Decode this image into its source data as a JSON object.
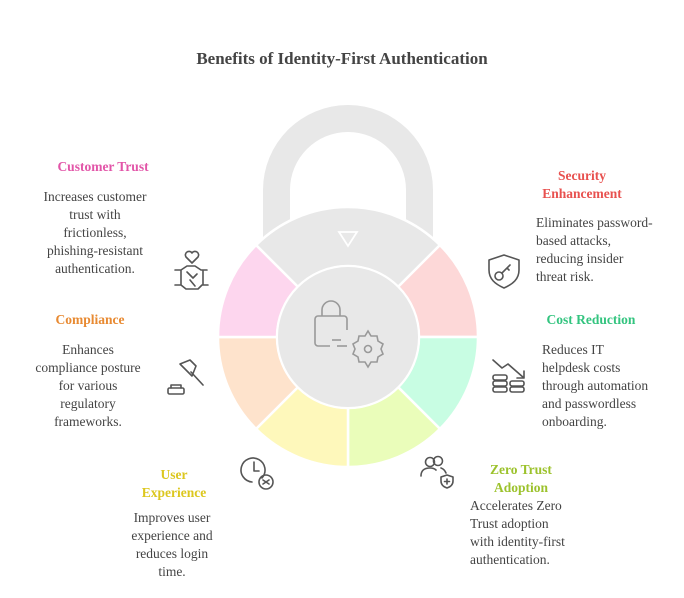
{
  "title": "Benefits of Identity-First Authentication",
  "colors": {
    "customer": "#e255a8",
    "security": "#e8514f",
    "compliance": "#e88a32",
    "cost": "#33c47f",
    "user": "#dcc71f",
    "zero": "#9cc22c",
    "seg_customer": "#fdd6ee",
    "seg_security": "#fdd8d8",
    "seg_compliance": "#fee3cc",
    "seg_cost": "#c8fde3",
    "seg_user": "#fef8bb",
    "seg_zero": "#eafdba",
    "seg_gray": "#e8e8e8"
  },
  "items": {
    "customer": {
      "title": "Customer Trust",
      "desc": "Increases customer\ntrust with\nfrictionless,\nphishing-resistant\nauthentication.",
      "icon": "handshake-heart-icon"
    },
    "compliance": {
      "title": "Compliance",
      "desc": "Enhances\ncompliance posture\nfor various\nregulatory\nframeworks.",
      "icon": "gavel-icon"
    },
    "user": {
      "title": "User\nExperience",
      "desc": "Improves user\nexperience and\nreduces login\ntime.",
      "icon": "clock-icon"
    },
    "security": {
      "title": "Security\nEnhancement",
      "desc": "Eliminates password-\nbased attacks,\nreducing insider\nthreat risk.",
      "icon": "shield-key-icon"
    },
    "cost": {
      "title": "Cost Reduction",
      "desc": "Reduces IT\nhelpdesk costs\nthrough automation\nand passwordless\nonboarding.",
      "icon": "coins-down-icon"
    },
    "zero": {
      "title": "Zero Trust\nAdoption",
      "desc": "Accelerates Zero\nTrust adoption\nwith identity-first\nauthentication.",
      "icon": "users-shield-icon"
    }
  }
}
